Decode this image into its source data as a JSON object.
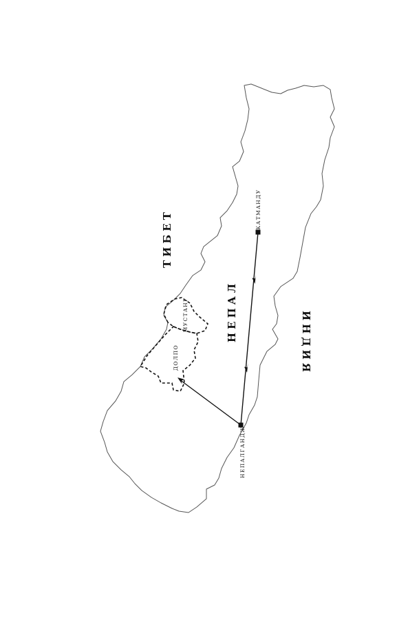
{
  "map": {
    "regions": {
      "tibet": "ТИБЕТ",
      "nepal": "НЕПАЛ",
      "india": "ИНДИЯ",
      "mustang": "МУСТАНГ",
      "dolpo": "ДОЛПО"
    },
    "cities": {
      "kathmandu": "КАТМАНДУ",
      "nepalgunj": "НЕПАЛГАНДЖ"
    },
    "colors": {
      "ink": "#111111",
      "border": "#555555",
      "background": "#ffffff"
    },
    "route": {
      "from": "КАТМАНДУ",
      "via": "НЕПАЛГАНДЖ",
      "to": "ДОЛПО"
    }
  }
}
